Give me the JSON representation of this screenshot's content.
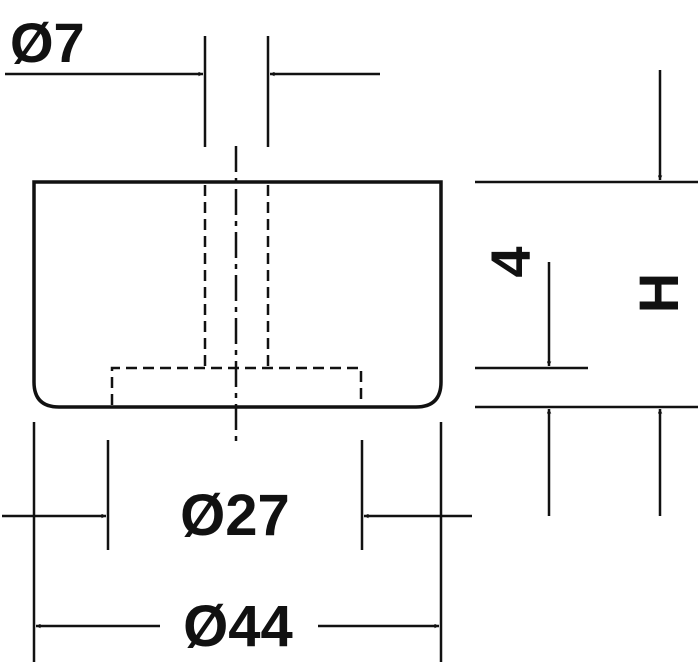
{
  "dimensions": {
    "pin_diameter": "Ø7",
    "inner_diameter": "Ø27",
    "outer_diameter": "Ø44",
    "recess_depth": "4",
    "height": "H"
  },
  "colors": {
    "line": "#111111",
    "background": "#ffffff"
  }
}
